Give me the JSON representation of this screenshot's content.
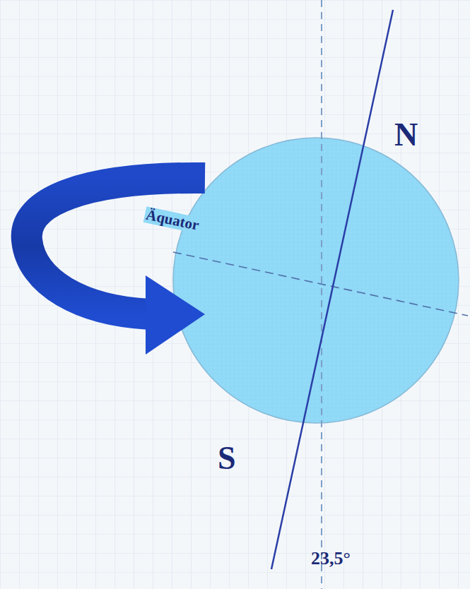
{
  "diagram": {
    "labels": [
      "N",
      "Äquator",
      "S",
      "23,5°"
    ]
  }
}
